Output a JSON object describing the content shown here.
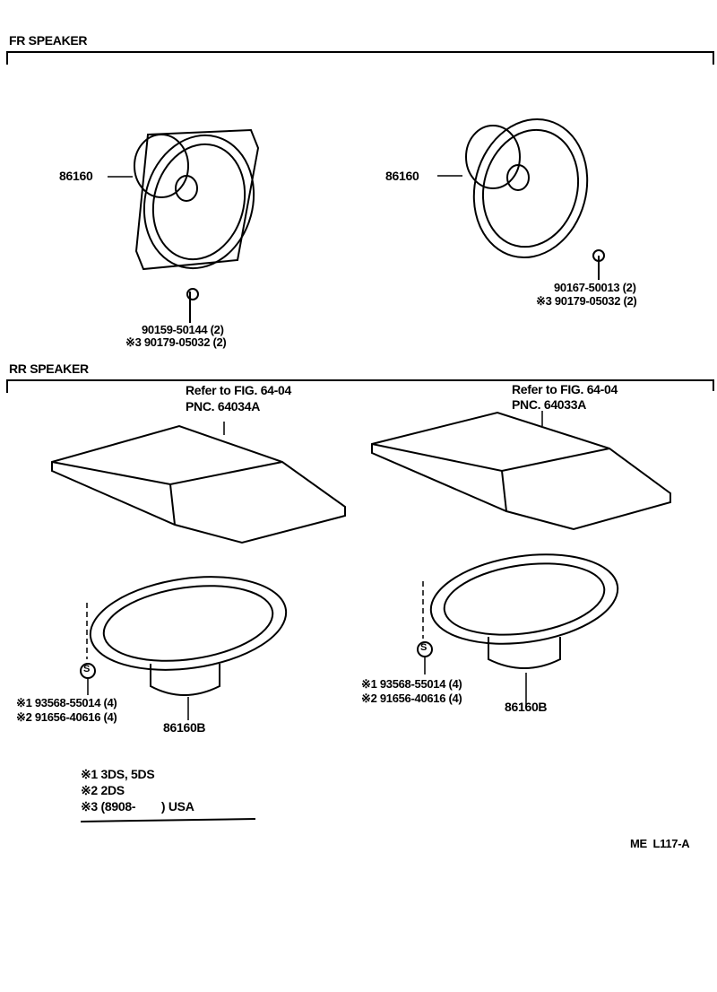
{
  "sections": {
    "front": {
      "title": "FR SPEAKER"
    },
    "rear": {
      "title": "RR SPEAKER"
    }
  },
  "front": {
    "left": {
      "part": "86160",
      "screw": "90159-50144 (2)",
      "screw_alt": "※3 90179-05032 (2)"
    },
    "right": {
      "part": "86160",
      "screw": "90167-50013 (2)",
      "screw_alt": "※3 90179-05032 (2)"
    }
  },
  "rear": {
    "left": {
      "refer": "Refer to FIG. 64-04",
      "pnc": "PNC. 64034A",
      "fastener1": "※1 93568-55014 (4)",
      "fastener2": "※2 91656-40616 (4)",
      "part": "86160B",
      "symbol": "S"
    },
    "right": {
      "refer": "Refer to FIG. 64-04",
      "pnc": "PNC. 64033A",
      "fastener1": "※1 93568-55014 (4)",
      "fastener2": "※2 91656-40616 (4)",
      "part": "86160B",
      "symbol": "S"
    }
  },
  "notes": [
    "※1 3DS, 5DS",
    "※2 2DS",
    "※3 (8908-        ) USA"
  ],
  "figure_code": "ME  L117-A"
}
